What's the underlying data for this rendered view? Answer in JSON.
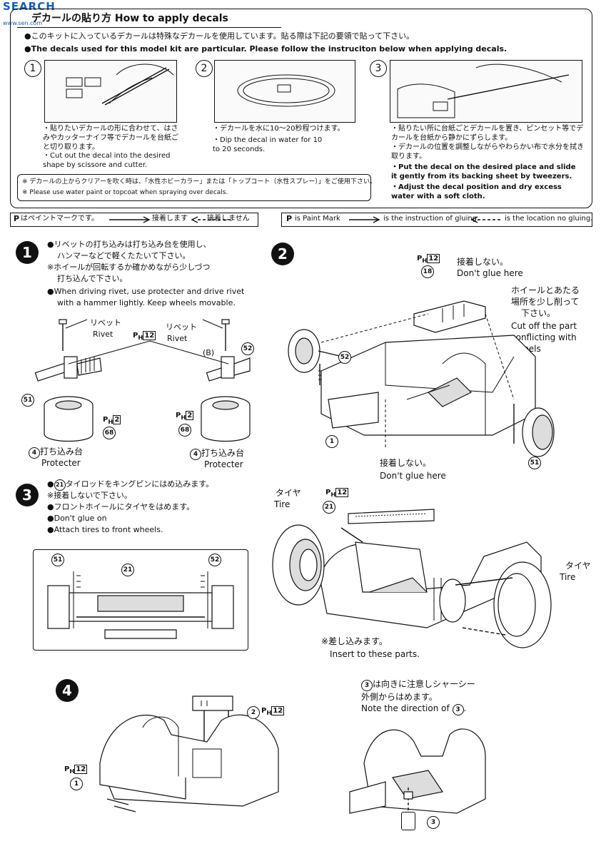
{
  "watermark": {
    "top": "SEARCH",
    "bottom": "www.sen.com"
  },
  "decal_section": {
    "title": "デカールの貼り方 How to apply decals",
    "intro_jp": "●このキットに入っているデカールは特殊なデカールを使用しています。貼る際は下記の要領で貼って下さい。",
    "intro_en": "●The decals used for this model kit are particular. Please follow the instruciton below when applying decals.",
    "steps": [
      {
        "num": "1",
        "jp": "・貼りたいデカールの形に合わせて、はさみやカッターナイフ等でデカールを台紙ごと切り取ります。",
        "en": "・Cut out the decal into the desired shape by scissore and cutter."
      },
      {
        "num": "2",
        "jp": "・デカールを水に10〜20秒程つけます。",
        "en": "・Dip the decal in water for 10 to 20 seconds."
      },
      {
        "num": "3",
        "jp": "・貼りたい所に台紙ごとデカールを置き、ピンセット等でデカールを台紙から静かにずらします。",
        "jp2": "・デカールの位置を調整しながらやわらかい布で水分を拭き取ります。",
        "en": "・Put the decal on the desired place and slide it gently from its backing sheet by tweezers.",
        "en2": "・Adjust the decal position and dry excess water with a soft cloth."
      }
    ],
    "note_jp": "※ デカールの上からクリアーを吹く時は、「水性ホビーカラー」または「トップコート（水性スプレー）」をご使用下さい。",
    "note_en": "※ Please use water paint or topcoat when spraying over decals."
  },
  "legend_jp": {
    "paint": "はペイントマークです。",
    "glue": "接着します",
    "noglue": "接着しません"
  },
  "legend_en": {
    "paint": "is Paint Mark",
    "glue": "is the instruction of gluing.",
    "noglue": "is the location no gluing."
  },
  "paint_mark": "P",
  "step1": {
    "num": "1",
    "line1": "●リベットの打ち込みは打ち込み台を使用し、",
    "line2": "ハンマーなどで軽くたたいて下さい。",
    "line3": "※ホイールが回転するか確かめながら少しづつ",
    "line4": "打ち込んで下さい。",
    "line5": "●When driving rivet, use protecter and drive rivet",
    "line6": "with a hammer lightly. Keep wheels movable.",
    "rivet_jp": "リベット",
    "rivet_en": "Rivet",
    "b_label": "(B)",
    "paint_12": "12",
    "paint_2a": "2",
    "paint_2b": "2",
    "part_51": "51",
    "part_52": "52",
    "part_68a": "68",
    "part_68b": "68",
    "part_4a": "4",
    "part_4b": "4",
    "protect_jp": "打ち込み台",
    "protect_en": "Protecter"
  },
  "step2": {
    "num": "2",
    "paint_12": "12",
    "part_18": "18",
    "noglue_jp": "接着しない。",
    "noglue_en": "Don't glue here",
    "cut_jp1": "ホイールとあたる",
    "cut_jp2": "場所を少し削って",
    "cut_jp3": "下さい。",
    "cut_en1": "Cut off the part",
    "cut_en2": "conflicting with",
    "cut_en3": "wheels",
    "part_52": "52",
    "part_1": "1",
    "part_51": "51",
    "noglue2_jp": "接着しない。",
    "noglue2_en": "Don't glue here"
  },
  "step3": {
    "num": "3",
    "line1": "タイロッドをキングピンにはめ込みます。",
    "line1_part": "21",
    "line2": "※接着しないで下さい。",
    "line3": "●フロントホイールにタイヤをはめます。",
    "line4": "●Don't glue on",
    "line5": "●Attach tires to front wheels.",
    "inset_51": "51",
    "inset_21": "21",
    "inset_52": "52",
    "tire_jp": "タイヤ",
    "tire_en": "Tire",
    "paint_12": "12",
    "part_21": "21",
    "tire2_jp": "タイヤ",
    "tire2_en": "Tire",
    "insert_jp": "※差し込みます。",
    "insert_en": "Insert to these parts."
  },
  "step4": {
    "num": "4",
    "part_2": "2",
    "paint_12a": "12",
    "paint_12b": "12",
    "part_1": "1",
    "note_jp1": "は向きに注意しシャーシー",
    "note_part": "3",
    "note_jp2": "外側からはめます。",
    "note_en": "Note the direction of",
    "note_en_part": "3",
    "part_3": "3"
  }
}
